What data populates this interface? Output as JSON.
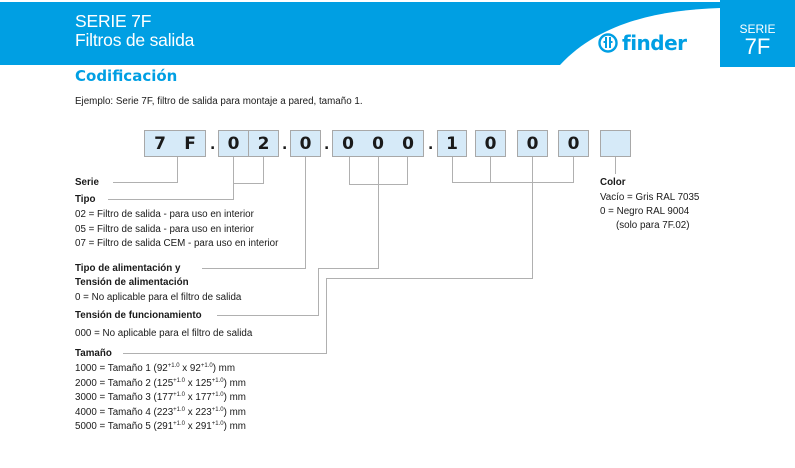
{
  "header": {
    "title_line1": "SERIE 7F",
    "title_line2": "Filtros de salida",
    "brand": "finder",
    "brand_color": "#009fe3",
    "series_badge_top": "SERIE",
    "series_badge_bottom": "7F"
  },
  "section": {
    "title": "Codificación",
    "example": "Ejemplo: Serie 7F, filtro de salida para montaje a pared, tamaño 1."
  },
  "code": {
    "serie": [
      "7",
      "F"
    ],
    "tipo": [
      "0",
      "2"
    ],
    "alimentacion": "0",
    "funcionamiento": [
      "0",
      "0",
      "0"
    ],
    "tamano": [
      "1",
      "0",
      "0",
      "0"
    ],
    "color": "",
    "separator": "."
  },
  "legend": {
    "serie": {
      "title": "Serie"
    },
    "tipo": {
      "title": "Tipo",
      "items": [
        "02 = Filtro de salida - para uso en interior",
        "05 = Filtro de salida - para uso en interior",
        "07 = Filtro de salida CEM - para uso en interior"
      ]
    },
    "alimentacion": {
      "title_line1": "Tipo de alimentación  y",
      "title_line2": "Tensión de alimentación",
      "items": [
        "0 = No aplicable para el filtro de salida"
      ]
    },
    "funcionamiento": {
      "title": "Tensión de funcionamiento",
      "items": [
        "000 = No aplicable para el filtro de salida"
      ]
    },
    "tamano": {
      "title": "Tamaño",
      "items": [
        {
          "code": "1000",
          "label": "Tamaño 1",
          "w": "92",
          "h": "92",
          "tol": "+1.0",
          "unit": "mm"
        },
        {
          "code": "2000",
          "label": "Tamaño 2",
          "w": "125",
          "h": "125",
          "tol": "+1.0",
          "unit": "mm"
        },
        {
          "code": "3000",
          "label": "Tamaño 3",
          "w": "177",
          "h": "177",
          "tol": "+1.0",
          "unit": "mm"
        },
        {
          "code": "4000",
          "label": "Tamaño 4",
          "w": "223",
          "h": "223",
          "tol": "+1.0",
          "unit": "mm"
        },
        {
          "code": "5000",
          "label": "Tamaño 5",
          "w": "291",
          "h": "291",
          "tol": "+1.0",
          "unit": "mm"
        }
      ]
    },
    "color": {
      "title": "Color",
      "items": [
        "Vacío = Gris RAL 7035",
        "0 = Negro RAL 9004",
        "(solo para 7F.02)"
      ]
    }
  }
}
